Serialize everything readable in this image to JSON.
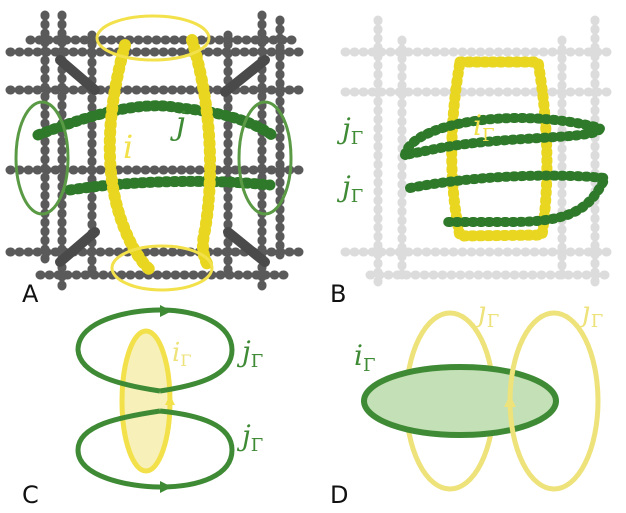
{
  "panels": [
    {
      "letter": "A"
    },
    {
      "letter": "B"
    },
    {
      "letter": "C"
    },
    {
      "letter": "D"
    }
  ],
  "labels": {
    "a_i": "i",
    "a_j": "j",
    "b_j_top": "j",
    "b_j_bottom": "j",
    "b_i": "i",
    "c_i": "i",
    "c_j_top": "j",
    "c_j_bottom": "j",
    "d_i": "i",
    "d_j_left": "j",
    "d_j_right": "j",
    "gamma": "Γ"
  },
  "colors": {
    "yellow": "#f2e14a",
    "yellow_light": "#eee27a",
    "green": "#3f8a35",
    "green_light": "#cfe5c4",
    "gray_atom": "#6a6a6a",
    "faded_atom": "#dcdcdc"
  }
}
